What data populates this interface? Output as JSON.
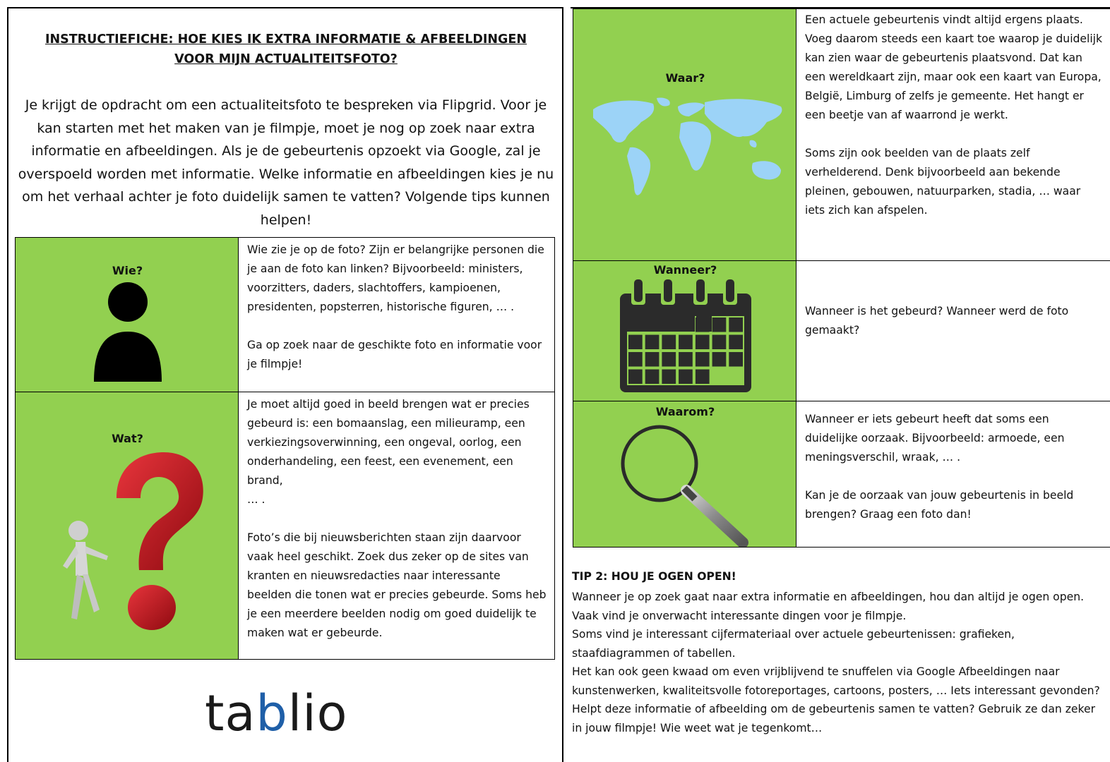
{
  "title": {
    "line1": "INSTRUCTIEFICHE: HOE KIES IK EXTRA INFORMATIE & AFBEELDINGEN",
    "line2": "VOOR MIJN ACTUALITEITSFOTO?"
  },
  "intro": "Je krijgt de opdracht om een actualiteitsfoto te bespreken via Flipgrid. Voor je kan starten met het maken van je filmpje, moet je nog op zoek naar extra informatie en afbeeldingen. Als je de gebeurtenis opzoekt via Google, zal je overspoeld worden met informatie. Welke informatie en afbeeldingen kies je nu om het verhaal achter je foto duidelijk samen te vatten? Volgende tips kunnen helpen!",
  "wie": {
    "label": "Wie?",
    "p1": "Wie zie je op de foto? Zijn er belangrijke personen die je aan de foto kan linken? Bijvoorbeeld: ministers, voorzitters, daders, slachtoffers, kampioenen, presidenten, popsterren, historische figuren, … .",
    "p2": "Ga op zoek naar de geschikte foto en informatie voor je filmpje!"
  },
  "wat": {
    "label": "Wat?",
    "p1": "Je moet altijd goed in beeld brengen wat er precies gebeurd is: een bomaanslag, een milieuramp, een verkiezingsoverwinning, een ongeval, oorlog, een onderhandeling, een feest, een evenement, een brand,",
    "p1b": "… .",
    "p2": "Foto’s die bij nieuwsberichten staan zijn daarvoor vaak heel geschikt. Zoek dus zeker op de sites van",
    "p3": "kranten en nieuwsredacties naar interessante beelden die tonen wat er precies gebeurde. Soms heb je een meerdere beelden nodig om goed duidelijk te maken wat er gebeurde."
  },
  "waar": {
    "label": "Waar?",
    "p1": "Een actuele gebeurtenis vindt altijd ergens plaats. Voeg daarom steeds een kaart toe waarop je duidelijk",
    "p2": "kan zien waar de gebeurtenis plaatsvond. Dat kan een wereldkaart zijn, maar ook een kaart van Europa, België, Limburg of zelfs je gemeente. Het hangt er een beetje van af waarrond je werkt.",
    "p3": "Soms zijn ook beelden van de plaats zelf verhelderend. Denk bijvoorbeeld aan bekende pleinen, gebouwen, natuurparken, stadia, … waar iets zich kan afspelen."
  },
  "wanneer": {
    "label": "Wanneer?",
    "p1": "Wanneer is het gebeurd? Wanneer werd de foto gemaakt?"
  },
  "waarom": {
    "label": "Waarom?",
    "p1": "Wanneer er iets gebeurt heeft dat soms een duidelijke oorzaak. Bijvoorbeeld: armoede, een",
    "p2": "meningsverschil, wraak, … .",
    "p3": "Kan je de oorzaak van jouw gebeurtenis in beeld brengen? Graag een foto dan!"
  },
  "tip2": {
    "title": "TIP 2: HOU JE OGEN OPEN!",
    "p1": "Wanneer je op zoek gaat naar extra informatie en afbeeldingen, hou dan altijd je ogen open. Vaak vind je onverwacht interessante dingen voor je filmpje.",
    "p2": "Soms vind je interessant cijfermateriaal over actuele gebeurtenissen: grafieken, staafdiagrammen of tabellen.",
    "p3": "Het kan ook geen kwaad om even vrijblijvend te snuffelen via Google Afbeeldingen naar kunstenwerken, kwaliteitsvolle fotoreportages, cartoons, posters,  …  Iets interessant gevonden? Helpt deze informatie of afbeelding om de gebeurtenis samen te vatten? Gebruik ze dan zeker in jouw filmpje! Wie weet wat je tegenkomt…"
  },
  "logo": {
    "part1": "ta",
    "part2": "b",
    "part3": "lio"
  },
  "colors": {
    "green": "#92d050",
    "logo_blue": "#1f5fa8",
    "question_red": "#c0121a",
    "map_blue": "#9cd3f7"
  }
}
